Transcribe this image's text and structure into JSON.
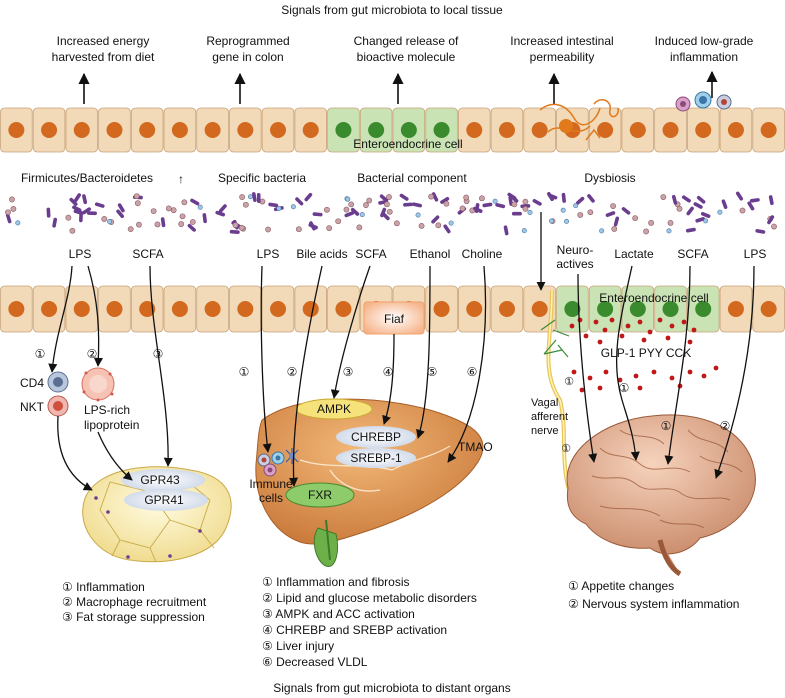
{
  "titles": {
    "top": "Signals from gut microbiota to local tissue",
    "bottom": "Signals from gut microbiota to distant organs"
  },
  "top_effects": [
    {
      "line1": "Increased energy",
      "line2": "harvested from diet"
    },
    {
      "line1": "Reprogrammed",
      "line2": "gene in colon"
    },
    {
      "line1": "Changed release of",
      "line2": "bioactive molecule"
    },
    {
      "line1": "Increased intestinal",
      "line2": "permeability"
    },
    {
      "line1": "Induced low-grade",
      "line2": "inflammation"
    }
  ],
  "top_layer": {
    "enteroendocrine": "Enteroendocrine cell"
  },
  "microbiota_labels": [
    "Firmicutes/Bacteroidetes",
    "Specific bacteria",
    "Bacterial component",
    "Dysbiosis"
  ],
  "arrow_up_glyph": "↑",
  "metabolites": [
    "LPS",
    "SCFA",
    "LPS",
    "Bile acids",
    "SCFA",
    "Ethanol",
    "Choline",
    "Lactate",
    "SCFA",
    "LPS"
  ],
  "neuroactives": {
    "line1": "Neuro-",
    "line2": "actives"
  },
  "lower_layer": {
    "fiaf": "Fiaf",
    "enteroendocrine": "Enteroendocrine cell",
    "hormones": "GLP-1  PYY  CCK"
  },
  "adipose": {
    "markers": [
      "①",
      "②",
      "③"
    ],
    "cd4": "CD4",
    "nkt": "NKT",
    "lps_rich": {
      "line1": "LPS-rich",
      "line2": "lipoprotein"
    },
    "gpr43": "GPR43",
    "gpr41": "GPR41"
  },
  "liver": {
    "markers": [
      "①",
      "②",
      "③",
      "④",
      "⑤",
      "⑥"
    ],
    "ampk": "AMPK",
    "chrebp": "CHREBP",
    "srebp": "SREBP-1",
    "tmao": "TMAO",
    "immune": {
      "line1": "Immune",
      "line2": "cells"
    },
    "fxr": "FXR"
  },
  "brain": {
    "markers": [
      "①",
      "①",
      "①",
      "①",
      "②"
    ],
    "vagal": {
      "line1": "Vagal",
      "line2": "afferent",
      "line3": "nerve"
    }
  },
  "legends": {
    "adipose": [
      "① Inflammation",
      "② Macrophage recruitment",
      "③ Fat storage suppression"
    ],
    "liver": [
      "① Inflammation and fibrosis",
      "② Lipid and glucose metabolic disorders",
      "③ AMPK and ACC activation",
      "④ CHREBP and SREBP activation",
      "⑤ Liver injury",
      "⑥ Decreased VLDL"
    ],
    "brain": [
      "① Appetite changes",
      "② Nervous system inflammation"
    ]
  },
  "colors": {
    "cell_fill": "#f2d9b8",
    "cell_stroke": "#c9a47a",
    "nucleus": "#d2691e",
    "entero_fill": "#c9e3b4",
    "entero_nucleus": "#3a8a2e",
    "bacteria_purple": "#6a3d8f",
    "liver_fill": "#e0a060",
    "fat_fill": "#fbf3c4",
    "brain_fill": "#e8b89a",
    "blood_red": "#c01818"
  }
}
